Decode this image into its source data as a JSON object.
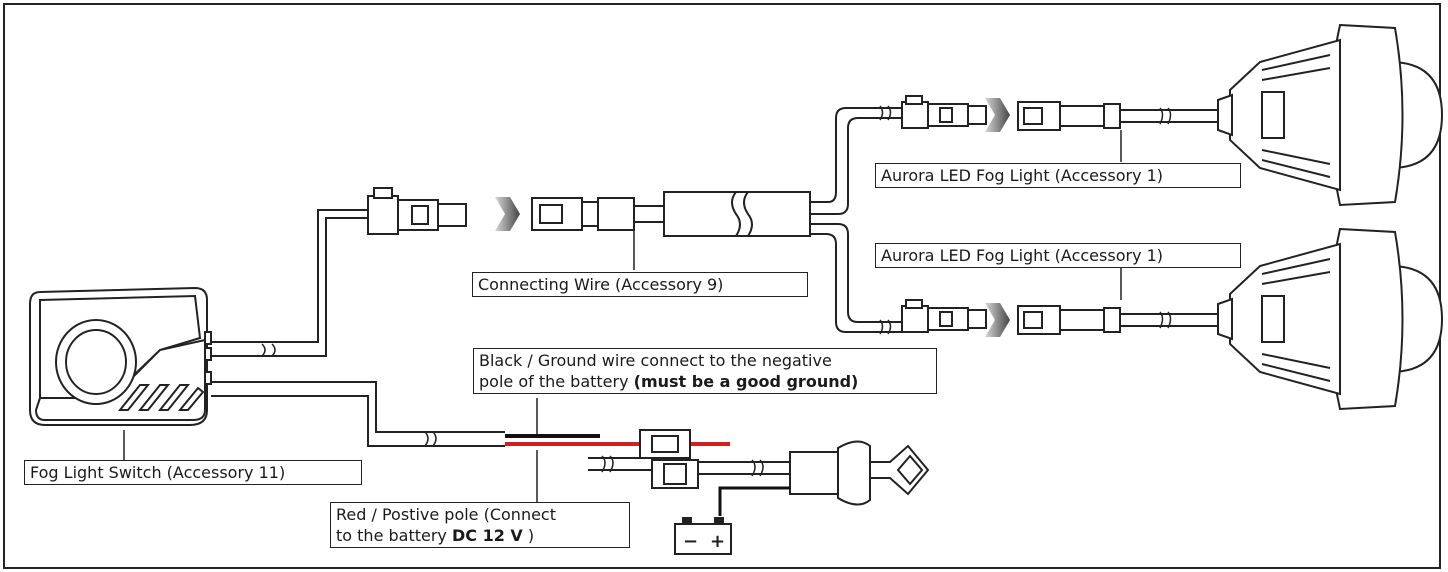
{
  "labels": {
    "connecting_wire": "Connecting Wire (Accessory 9)",
    "fog_light_top": "Aurora LED Fog Light (Accessory 1)",
    "fog_light_bottom": "Aurora LED Fog Light (Accessory 1)",
    "black_ground_line1": "Black / Ground wire connect to the negative",
    "black_ground_line2": "pole of the battery ",
    "black_ground_bold": "(must be a good ground)",
    "fog_switch": "Fog Light Switch (Accessory 11)",
    "red_positive_line1": "Red / Postive pole (Connect",
    "red_positive_line2": "to the battery ",
    "red_positive_bold": "DC 12 V",
    "red_positive_end": " )"
  },
  "battery": {
    "minus": "−",
    "plus": "+"
  },
  "colors": {
    "red_wire": "#d21f1f",
    "black_wire": "#111111",
    "arrow": "#555555",
    "outline": "#222222"
  }
}
